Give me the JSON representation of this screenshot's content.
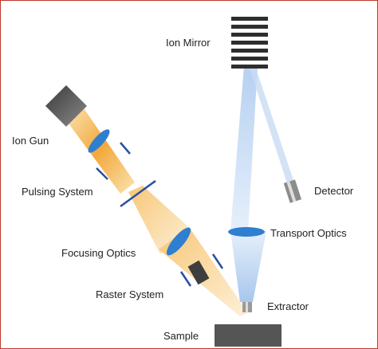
{
  "labels": {
    "ion_mirror": "Ion Mirror",
    "ion_gun": "Ion Gun",
    "detector": "Detector",
    "pulsing_system": "Pulsing System",
    "transport_optics": "Transport Optics",
    "focusing_optics": "Focusing Optics",
    "raster_system": "Raster System",
    "extractor": "Extractor",
    "sample": "Sample"
  },
  "colors": {
    "border": "#c0392b",
    "ion_beam": "#f2a93b",
    "ion_beam_light": "#fbe3b3",
    "secondary_beam": "#aecbef",
    "secondary_beam_light": "#e3eefb",
    "lens": "#2f7fd1",
    "plate": "#2a4fa0",
    "component_dark": "#555555",
    "text": "#222222"
  }
}
